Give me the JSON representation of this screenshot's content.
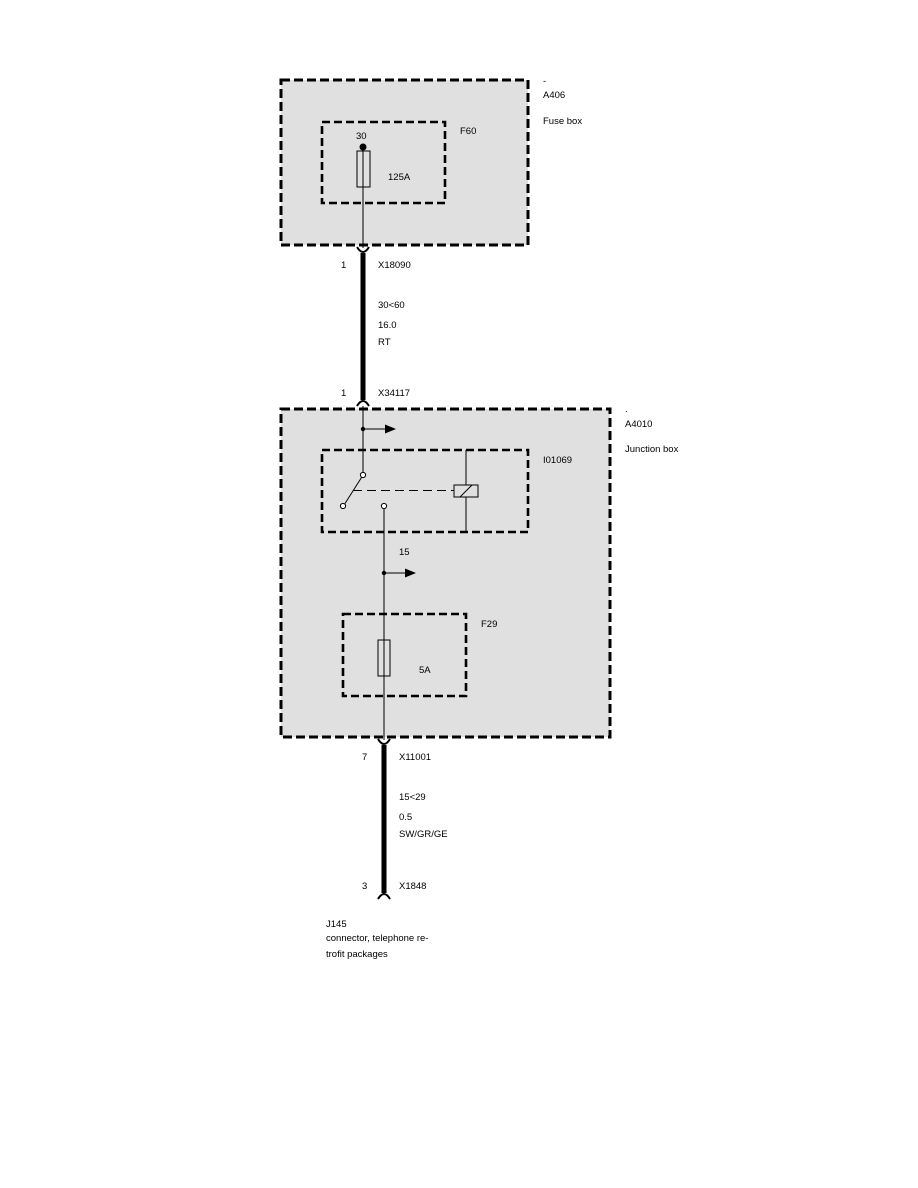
{
  "fuse_box": {
    "mark": "-",
    "id": "A406",
    "name": "Fuse box",
    "fuse": {
      "id": "F60",
      "terminal": "30",
      "rating": "125A"
    }
  },
  "wire_1": {
    "from_pin": "1",
    "from_connector": "X18090",
    "circuit": "30<60",
    "cross_section": "16.0",
    "color_code": "RT",
    "to_pin": "1",
    "to_connector": "X34117"
  },
  "junction_box": {
    "mark": ".",
    "id": "A4010",
    "name": "Junction box",
    "relay": {
      "id": "I01069"
    },
    "terminal": "15",
    "fuse": {
      "id": "F29",
      "rating": "5A"
    }
  },
  "wire_2": {
    "from_pin": "7",
    "from_connector": "X11001",
    "circuit": "15<29",
    "cross_section": "0.5",
    "color_code": "SW/GR/GE",
    "to_pin": "3",
    "to_connector": "X1848"
  },
  "component": {
    "id": "J145",
    "description_line_1": "connector, telephone re-",
    "description_line_2": "trofit packages"
  }
}
